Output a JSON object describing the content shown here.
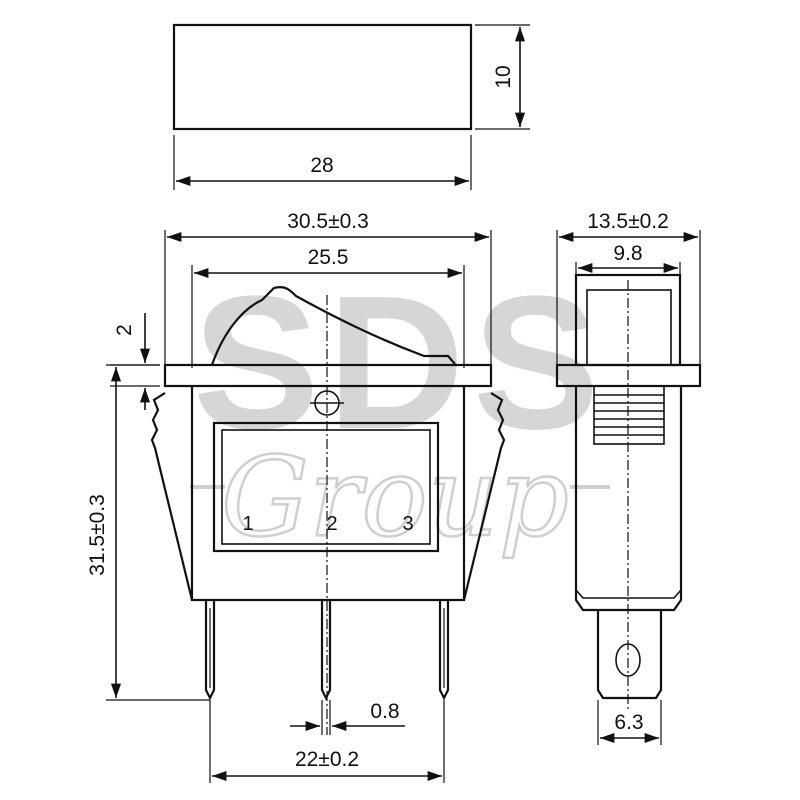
{
  "watermark": {
    "brand": "SDS",
    "script": "Group",
    "color": "#d0d0d0"
  },
  "dimensions": {
    "actuator_height": "10",
    "actuator_width": "28",
    "frame_width": "30.5±0.3",
    "rocker_width": "25.5",
    "flange_thickness": "2",
    "total_height": "31.5±0.3",
    "side_width": "13.5±0.2",
    "side_inner_width": "9.8",
    "terminal_thickness": "0.8",
    "terminal_pitch": "22±0.2",
    "terminal_width": "6.3"
  },
  "terminals": [
    "1",
    "2",
    "3"
  ],
  "colors": {
    "line": "#111111",
    "background": "#ffffff"
  }
}
